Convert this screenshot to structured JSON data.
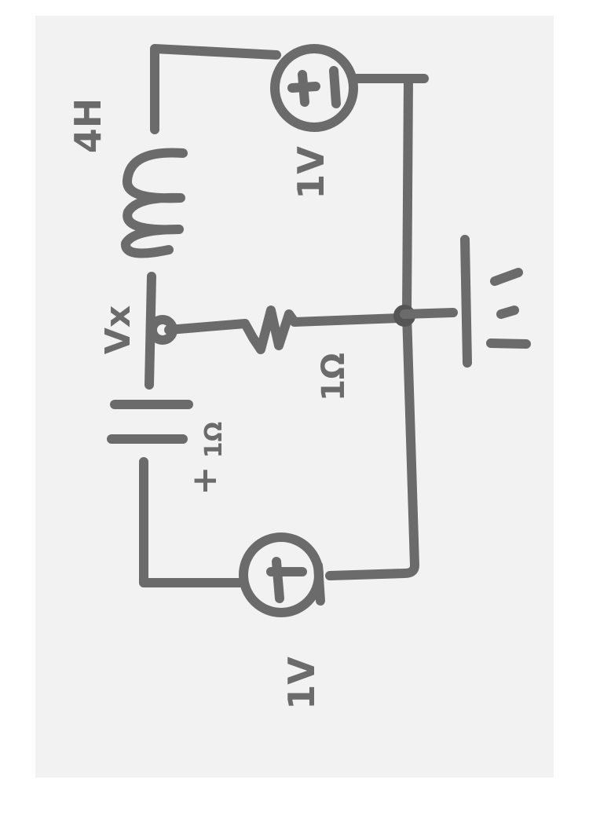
{
  "diagram": {
    "type": "hand-drawn circuit schematic (rotated)",
    "labels": {
      "inductor": "4H",
      "source_top": "1V",
      "source_bottom": "1V",
      "resistor": "1Ω",
      "battery": "1Ω",
      "battery_polarity": "+",
      "node": "Vx",
      "source_plus": "+",
      "source_minus": "|"
    },
    "colors": {
      "ink": "#6b6b6b",
      "paper": "#f2f2f2",
      "background": "#ffffff"
    }
  }
}
